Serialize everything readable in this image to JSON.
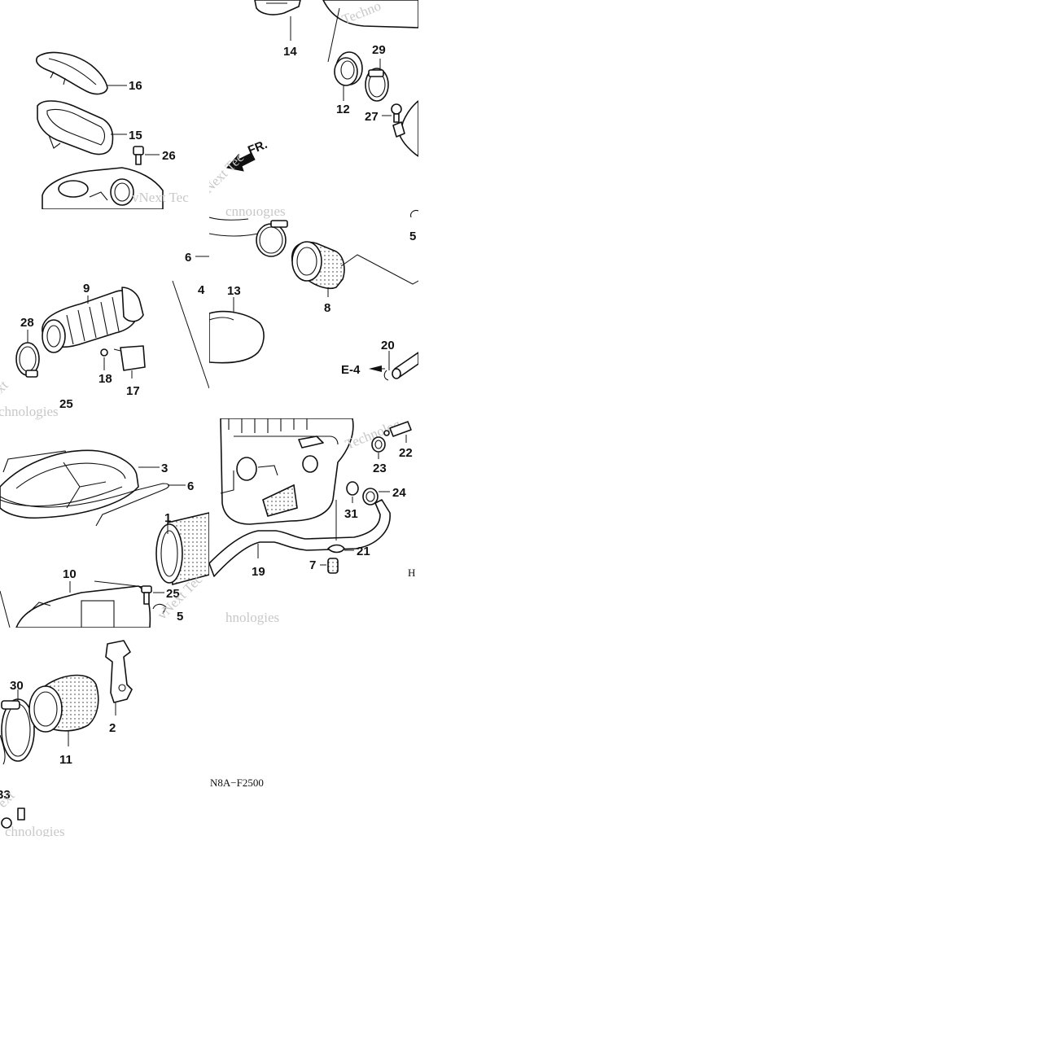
{
  "callouts": {
    "n1": "1",
    "n2": "2",
    "n3": "3",
    "n4": "4",
    "n5a": "5",
    "n5b": "5",
    "n6a": "6",
    "n6b": "6",
    "n7": "7",
    "n8": "8",
    "n9": "9",
    "n10": "10",
    "n11": "11",
    "n12": "12",
    "n13": "13",
    "n14": "14",
    "n15": "15",
    "n16": "16",
    "n17": "17",
    "n18": "18",
    "n19": "19",
    "n20": "20",
    "n21": "21",
    "n22": "22",
    "n23": "23",
    "n24": "24",
    "n25a": "25",
    "n25b": "25",
    "n26": "26",
    "n27": "27",
    "n28": "28",
    "n29": "29",
    "n30": "30",
    "n31": "31",
    "n33": "33"
  },
  "labels": {
    "front_arrow": "FR.",
    "ref_e4": "E-4",
    "diagram_code": "N8A−F2500",
    "edge_fragment": "H"
  },
  "watermarks": {
    "w1": "Techno",
    "w2": "vNext Tec",
    "w3": "chnologies",
    "w4": "ext",
    "w5": "chnologies",
    "w6": "Technolog",
    "w7": "vNext Tec",
    "w8": "hnologies",
    "w9": "chnologies"
  },
  "colors": {
    "line": "#111111",
    "watermark": "#c8c8c8",
    "background": "#ffffff"
  }
}
